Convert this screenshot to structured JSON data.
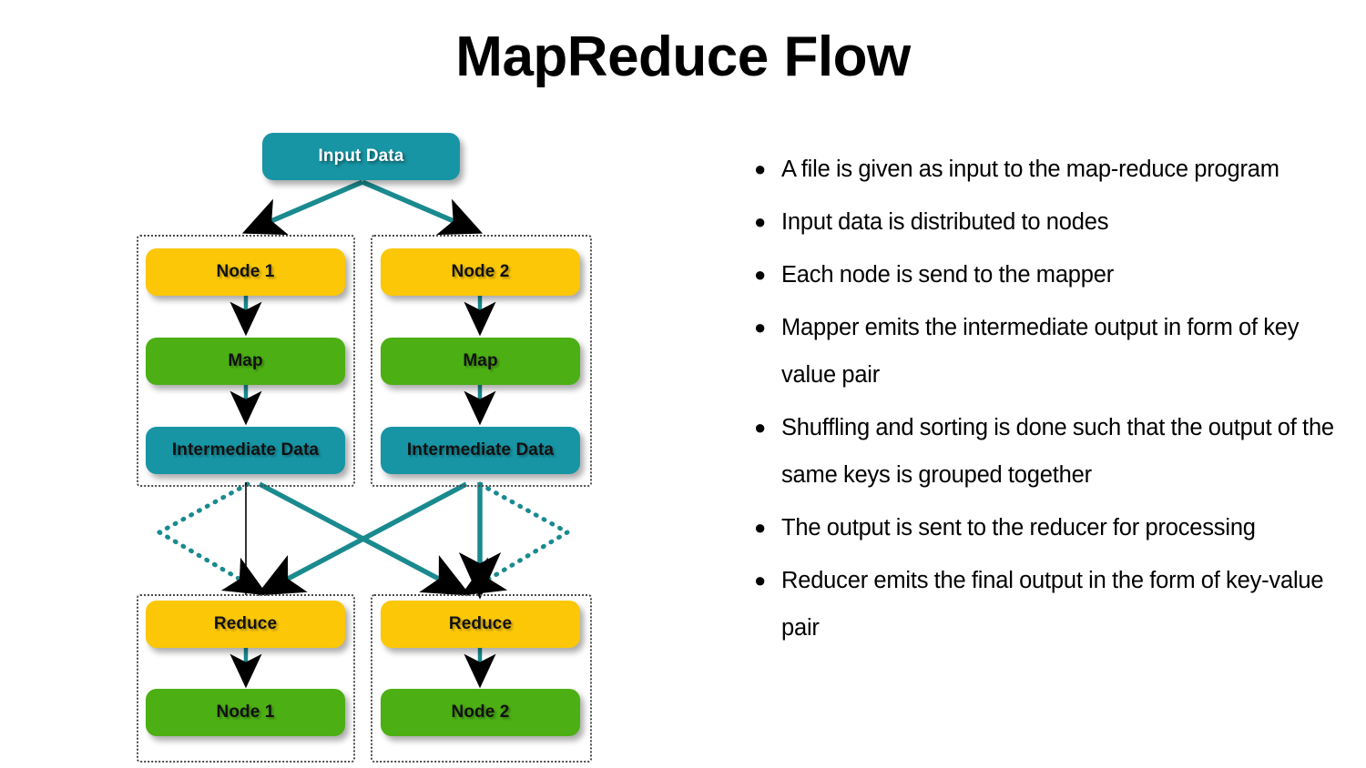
{
  "title": "MapReduce Flow",
  "colors": {
    "teal": "#1795a5",
    "gold": "#fbc707",
    "green": "#4caf13",
    "arrow_teal": "#1a8a8f",
    "arrow_black": "#000000",
    "group_border": "#4a4a4a",
    "text_dark": "#111111",
    "text_light": "#ffffff",
    "background": "#ffffff"
  },
  "diagram": {
    "input_box": {
      "label": "Input Data"
    },
    "map_nodes": [
      {
        "node_label": "Node 1",
        "map_label": "Map",
        "intermediate_label": "Intermediate Data"
      },
      {
        "node_label": "Node 2",
        "map_label": "Map",
        "intermediate_label": "Intermediate Data"
      }
    ],
    "reduce_nodes": [
      {
        "reduce_label": "Reduce",
        "node_label": "Node 1"
      },
      {
        "reduce_label": "Reduce",
        "node_label": "Node 2"
      }
    ],
    "bullet_glyph": "●"
  },
  "bullets": [
    "A file is given as input to the map-reduce program",
    "Input data is distributed to nodes",
    "Each node is send to the mapper",
    "Mapper emits the intermediate output in form of key value pair",
    "Shuffling and sorting is done such that the output of the same keys is grouped together",
    "The output is sent to the reducer for processing",
    "Reducer emits the final output in the form of key-value pair"
  ]
}
